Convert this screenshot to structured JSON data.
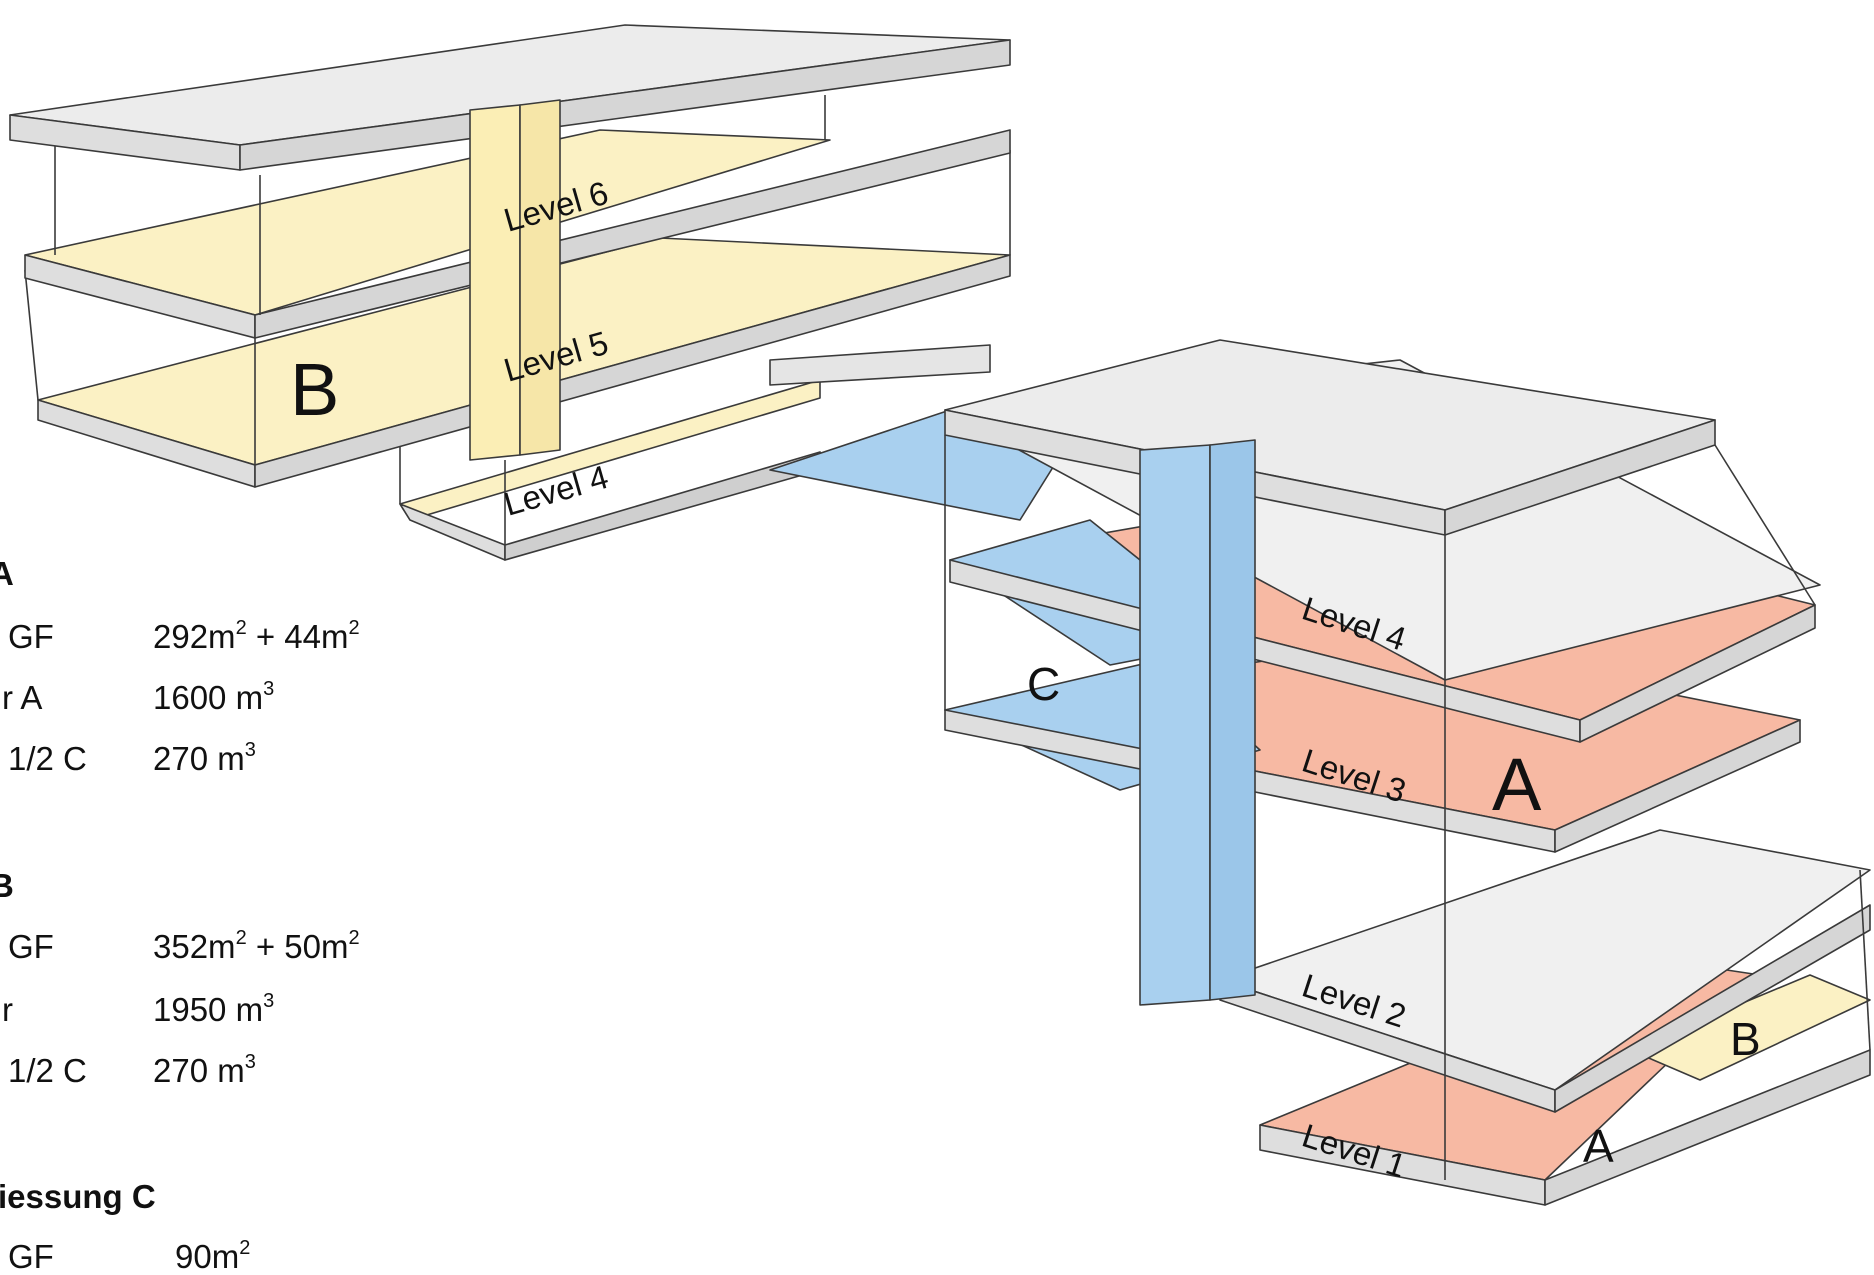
{
  "levels": {
    "b6": "Level 6",
    "b5": "Level 5",
    "b4": "Level 4",
    "a4": "Level 4",
    "a3": "Level 3",
    "a2": "Level 2",
    "a1": "Level 1"
  },
  "zones": {
    "b_big": "B",
    "c": "C",
    "a_big": "A",
    "b_small": "B",
    "a_small": "A"
  },
  "info": {
    "section_a": {
      "heading": "A",
      "row1": {
        "label": "GF",
        "value_a": "292m",
        "sup_a": "2",
        "value_b": " + 44m",
        "sup_b": "2"
      },
      "row2": {
        "label": "r A",
        "value": "1600 m",
        "sup": "3"
      },
      "row3": {
        "label": "1/2 C",
        "value": "270 m",
        "sup": "3"
      }
    },
    "section_b": {
      "heading": "B",
      "row1": {
        "label": "GF",
        "value_a": "352m",
        "sup_a": "2",
        "value_b": " + 50m",
        "sup_b": "2"
      },
      "row2": {
        "label": "r",
        "value": "1950 m",
        "sup": "3"
      },
      "row3": {
        "label": "1/2 C",
        "value": "270 m",
        "sup": "3"
      }
    },
    "section_c": {
      "heading": "iessung C",
      "row1": {
        "label": "GF",
        "value": "90m",
        "sup": "2"
      }
    }
  },
  "colors": {
    "zone_a": "#f7b9a3",
    "zone_b": "#fbf1c4",
    "zone_c": "#a9d0ef",
    "slab": "#dedede",
    "outline": "#3a3a3a"
  }
}
